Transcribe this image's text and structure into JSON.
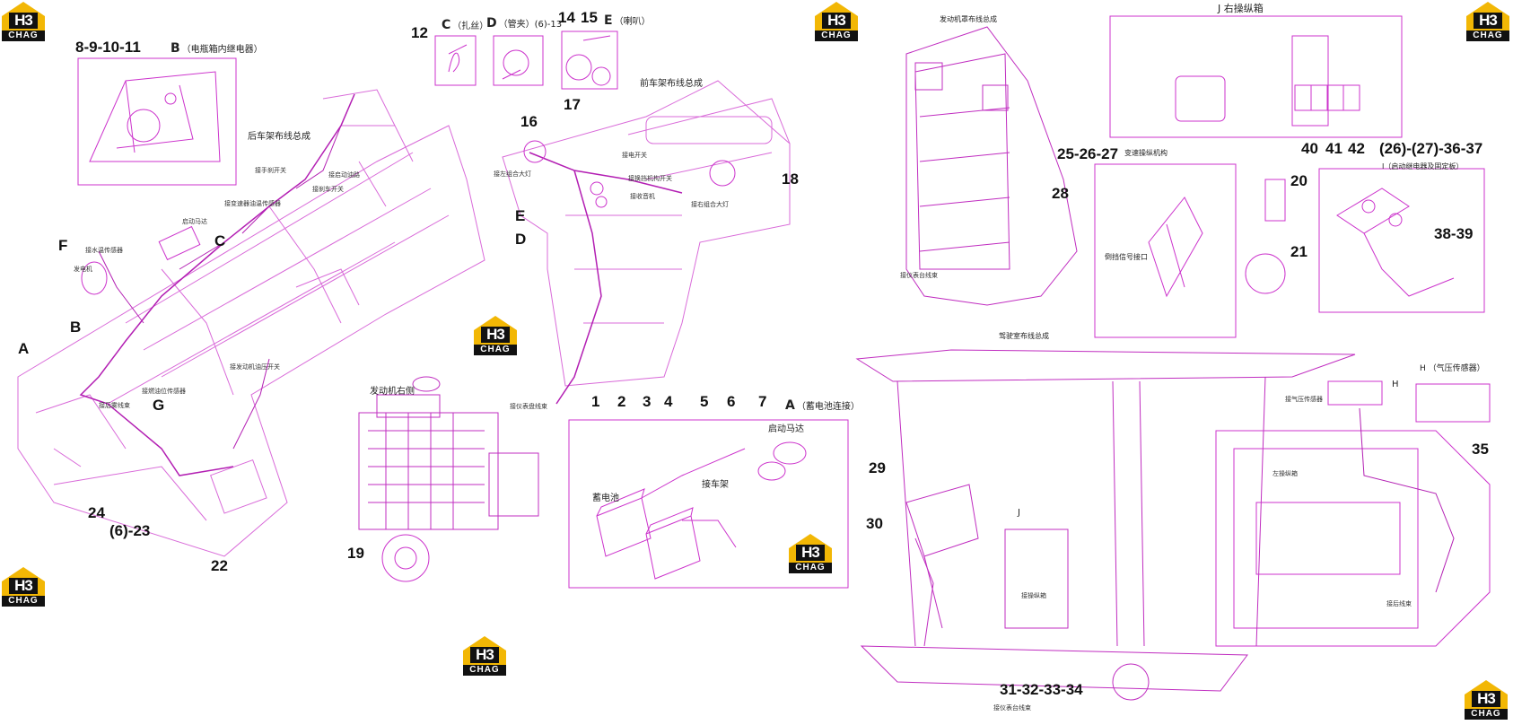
{
  "colors": {
    "line": "#cc33cc",
    "line_light": "#e6a0e6",
    "ink": "#111111",
    "logo_yellow": "#f2b705",
    "logo_black": "#111111"
  },
  "logo": {
    "mark": "H3",
    "word": "CHAG"
  },
  "callouts": {
    "n8_11": "8-9-10-11",
    "n12": "12",
    "n14": "14",
    "n15": "15",
    "n16": "16",
    "n17": "17",
    "n18": "18",
    "E": "E",
    "D": "D",
    "F": "F",
    "C": "C",
    "B": "B",
    "A": "A",
    "G": "G",
    "n24": "24",
    "n6_23": "(6)-23",
    "n22": "22",
    "n19": "19",
    "n1": "1",
    "n2": "2",
    "n3": "3",
    "n4": "4",
    "n5": "5",
    "n6": "6",
    "n7": "7",
    "n25_27": "25-26-27",
    "n28": "28",
    "n40": "40",
    "n41": "41",
    "n42": "42",
    "n26_37": "(26)-(27)-36-37",
    "n20": "20",
    "n21": "21",
    "n38_39": "38-39",
    "n29": "29",
    "n30": "30",
    "n35": "35",
    "n31_34": "31-32-33-34"
  },
  "captions": {
    "B_letter": "B",
    "B_text": "（电瓶箱内继电器）",
    "C_letter": "C",
    "C_text": "（扎丝）",
    "D_letter": "D",
    "D_text": "（管夹）(6)-13",
    "E_letter": "E",
    "E_text": "（喇叭）",
    "A_letter": "A",
    "A_text": "（蓄电池连接）",
    "rear_frame": "后车架布线总成",
    "front_frame": "前车架布线总成",
    "engine_right": "发动机右侧",
    "start_motor": "启动马达",
    "battery": "蓄电池",
    "frame_link": "接车架",
    "hood_wiring": "发动机罩布线总成",
    "J_title": "J  右操纵箱",
    "gear_mech": "变速操纵机构",
    "I_title": "I（启动继电器及固定板）",
    "cab_wiring": "驾驶室布线总成",
    "H_title": "H （气压传感器）",
    "J_mark": "J",
    "H_mark": "H",
    "reverse_port": "倒挡信号接口"
  },
  "tiny_labels": {
    "t1": "接手刹开关",
    "t2": "接启动油路",
    "t3": "接刹车开关",
    "t4": "接变速器油温传感器",
    "t5": "启动马达",
    "t6": "接水温传感器",
    "t7": "发电机",
    "t8": "接燃油位传感器",
    "t9": "接后雾线束",
    "t10": "接发动机油压开关",
    "t11": "接左组合大灯",
    "t12": "接电开关",
    "t13": "接仪表盘线束",
    "t14": "接换挡机构开关",
    "t15": "接右组合大灯",
    "t16": "接收音机",
    "t17": "接仪表台线束",
    "t18": "接操纵箱",
    "t19": "接仪表台线束",
    "t20": "接气压传感器",
    "t21": "左操纵箱",
    "t22": "接后线束"
  }
}
